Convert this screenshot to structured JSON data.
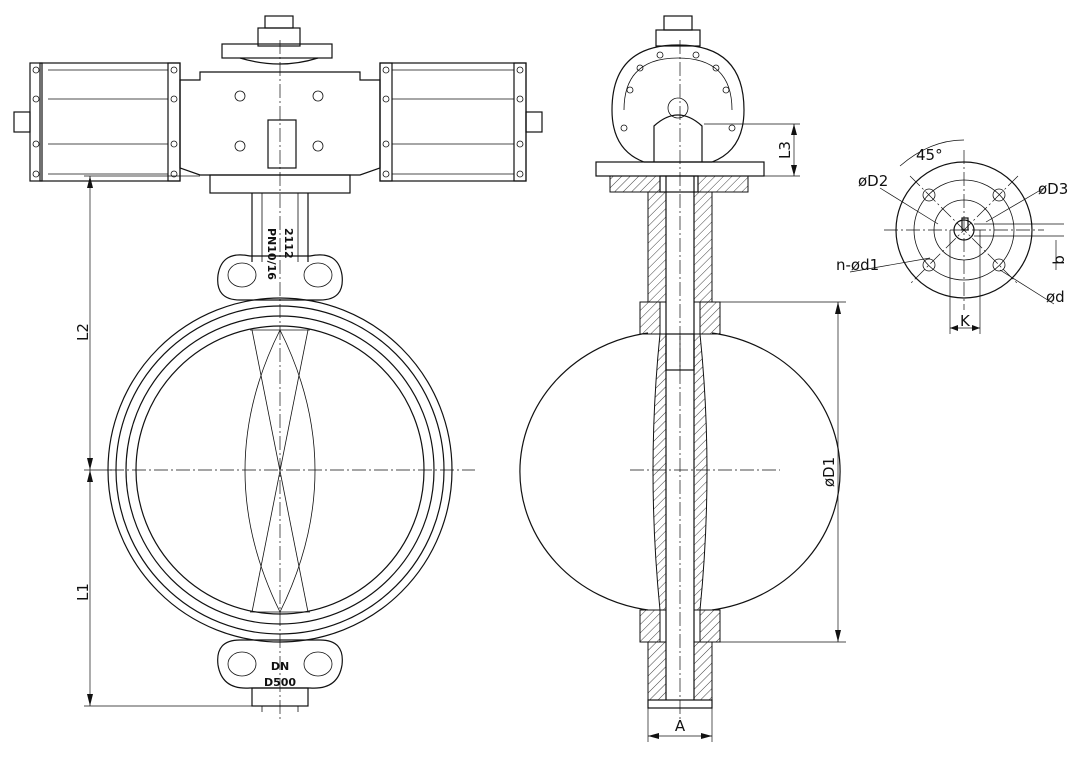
{
  "labels": {
    "l2": "L2",
    "l1": "L1",
    "l3": "L3",
    "a": "A",
    "od1": "øD1",
    "angle": "45°",
    "od2": "øD2",
    "od3": "øD3",
    "nd1": "n-ød1",
    "b": "b",
    "od": "ød",
    "k": "K"
  },
  "marks": {
    "body_code": "2112",
    "pressure": "PN10/16",
    "dn": "DN",
    "size": "D500"
  },
  "colors": {
    "line": "#111111",
    "background": "#ffffff"
  }
}
